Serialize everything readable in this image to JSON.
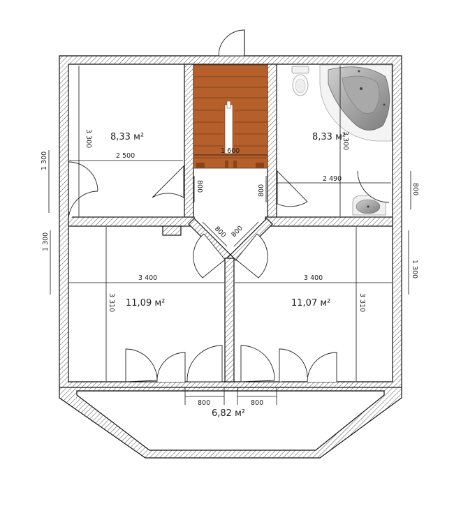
{
  "rooms": [
    {
      "id": "room-top-left",
      "area": "8,33 м²"
    },
    {
      "id": "room-top-right",
      "area": "8,33 м²"
    },
    {
      "id": "room-mid-left",
      "area": "11,09 м²"
    },
    {
      "id": "room-mid-right",
      "area": "11,07 м²"
    },
    {
      "id": "terrace",
      "area": "6,82 м²"
    }
  ],
  "dimensions": {
    "top_left_height": "3 300",
    "top_left_width": "2 500",
    "stair_width": "1 600",
    "top_right_height": "3 300",
    "top_right_width": "2 490",
    "window_left_top": "1 300",
    "window_right_top": "800",
    "door_left": "800",
    "door_right": "800",
    "diag_left": "800",
    "diag_right": "800",
    "window_left_mid": "1 300",
    "window_right_mid": "1 300",
    "mid_left_width": "3 400",
    "mid_right_width": "3 400",
    "mid_left_height": "3 310",
    "mid_right_height": "3 310",
    "bottom_left": "800",
    "bottom_right": "800"
  },
  "colors": {
    "wall_stroke": "#111111",
    "stairs": "#b5602b",
    "fixture": "#9a9a9a"
  }
}
